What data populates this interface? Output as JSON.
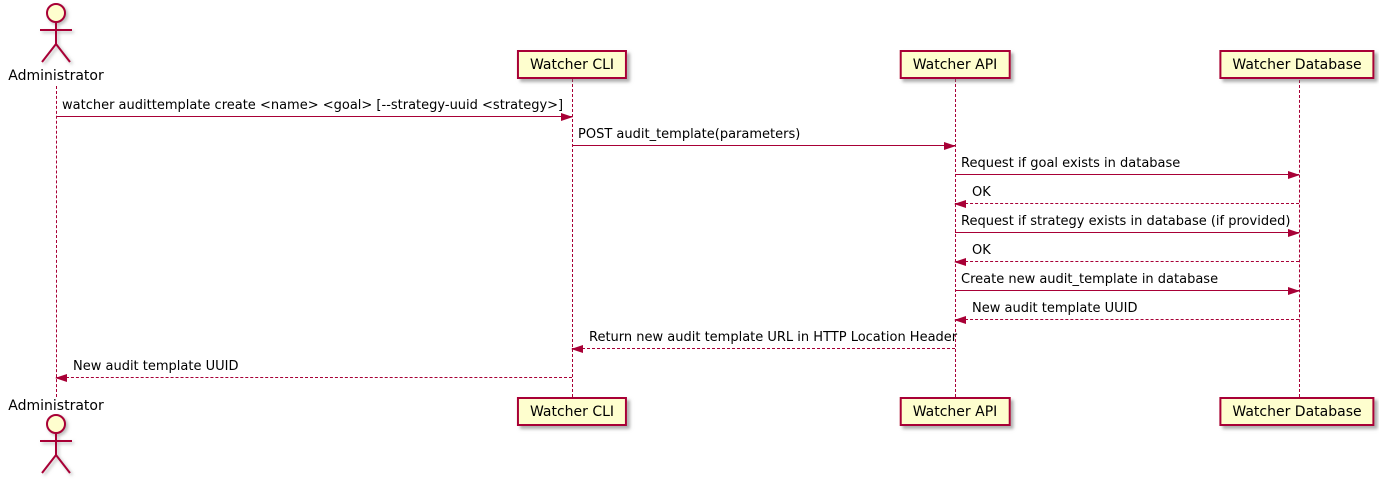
{
  "diagram": {
    "type": "sequence-diagram",
    "accent_color": "#A80036",
    "participant_fill": "#FEFECE",
    "actor": {
      "name": "Administrator"
    },
    "participants": [
      {
        "label": "Watcher CLI"
      },
      {
        "label": "Watcher API"
      },
      {
        "label": "Watcher Database"
      }
    ],
    "messages": [
      {
        "from": "Administrator",
        "to": "Watcher CLI",
        "style": "solid",
        "label": "watcher audittemplate create <name> <goal> [--strategy-uuid <strategy>]"
      },
      {
        "from": "Watcher CLI",
        "to": "Watcher API",
        "style": "solid",
        "label": "POST audit_template(parameters)"
      },
      {
        "from": "Watcher API",
        "to": "Watcher Database",
        "style": "solid",
        "label": "Request if goal exists in database"
      },
      {
        "from": "Watcher Database",
        "to": "Watcher API",
        "style": "dashed",
        "label": "OK"
      },
      {
        "from": "Watcher API",
        "to": "Watcher Database",
        "style": "solid",
        "label": "Request if strategy exists in database (if provided)"
      },
      {
        "from": "Watcher Database",
        "to": "Watcher API",
        "style": "dashed",
        "label": "OK"
      },
      {
        "from": "Watcher API",
        "to": "Watcher Database",
        "style": "solid",
        "label": "Create new audit_template in database"
      },
      {
        "from": "Watcher Database",
        "to": "Watcher API",
        "style": "dashed",
        "label": "New audit template UUID"
      },
      {
        "from": "Watcher API",
        "to": "Watcher CLI",
        "style": "dashed",
        "label": "Return new audit template URL in HTTP Location Header"
      },
      {
        "from": "Watcher CLI",
        "to": "Administrator",
        "style": "dashed",
        "label": "New audit template UUID"
      }
    ]
  }
}
